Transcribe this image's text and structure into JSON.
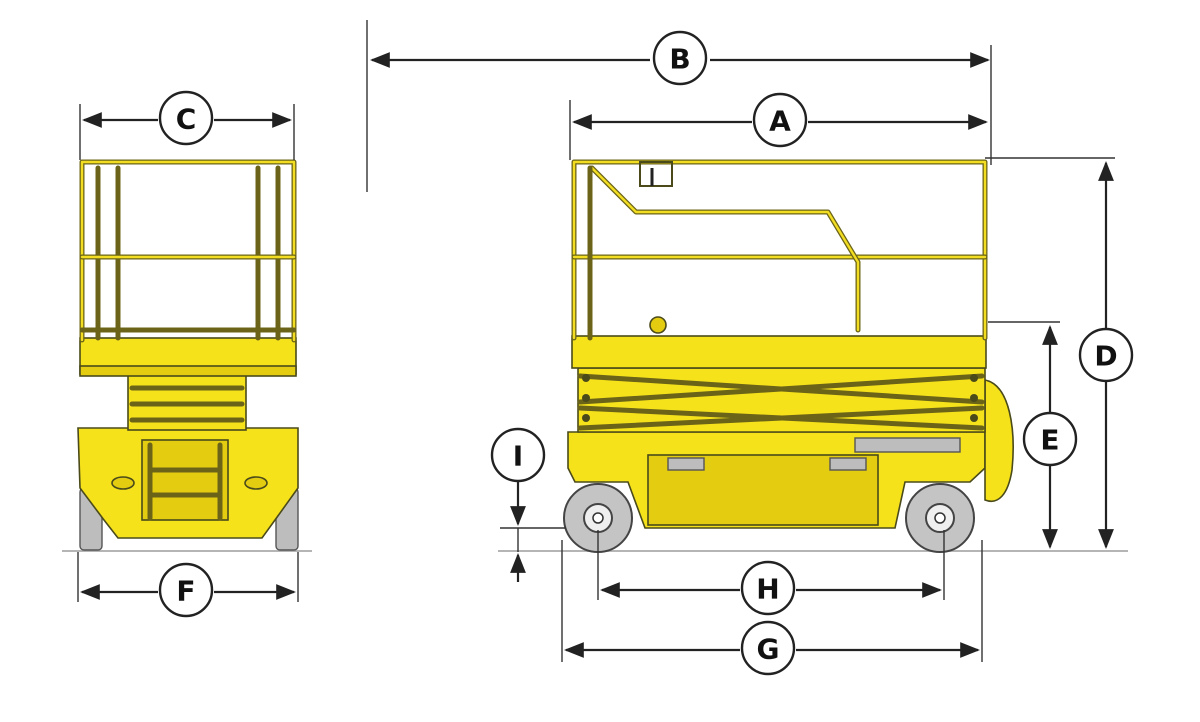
{
  "labels": {
    "A": "A",
    "B": "B",
    "C": "C",
    "D": "D",
    "E": "E",
    "F": "F",
    "G": "G",
    "H": "H",
    "I": "I"
  },
  "colors": {
    "machine_yellow": "#f6e21a",
    "outline": "#4a4a1a",
    "tire_grey": "#c4c4c4"
  }
}
